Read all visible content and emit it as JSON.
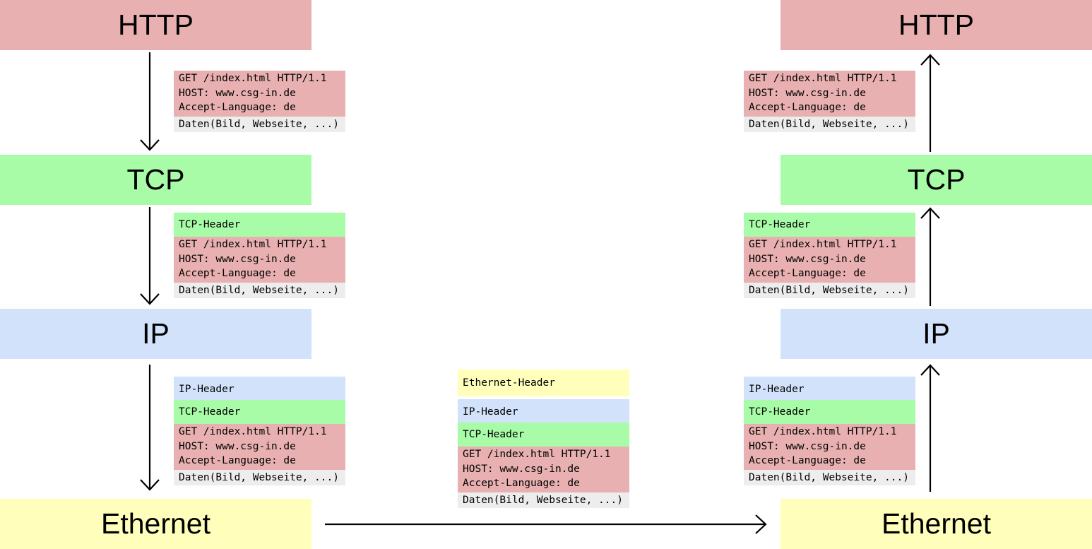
{
  "left": {
    "http": "HTTP",
    "tcp": "TCP",
    "ip": "IP",
    "ethernet": "Ethernet"
  },
  "right": {
    "http": "HTTP",
    "tcp": "TCP",
    "ip": "IP",
    "ethernet": "Ethernet"
  },
  "packet": {
    "ethernet_header": "Ethernet-Header",
    "ip_header": "IP-Header",
    "tcp_header": "TCP-Header",
    "http_lines": [
      "GET /index.html HTTP/1.1",
      "HOST: www.csg-in.de",
      "Accept-Language: de"
    ],
    "data": "Daten(Bild, Webseite, ...)"
  }
}
